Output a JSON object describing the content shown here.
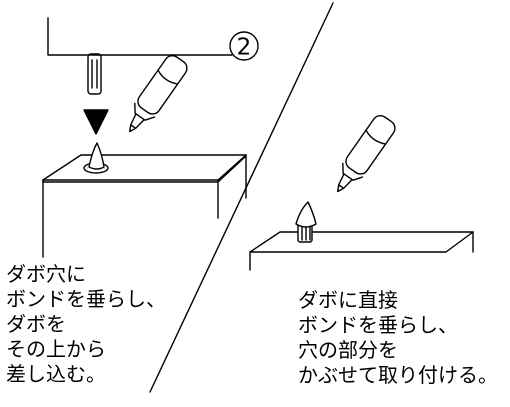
{
  "diagram": {
    "step_number": "2",
    "left_caption": "ダボ穴に\nボンドを垂らし、\nダボを\nその上から\n差し込む。",
    "right_caption": "ダボに直接\nボンドを垂らし、\n穴の部分を\nかぶせて取り付ける。"
  }
}
